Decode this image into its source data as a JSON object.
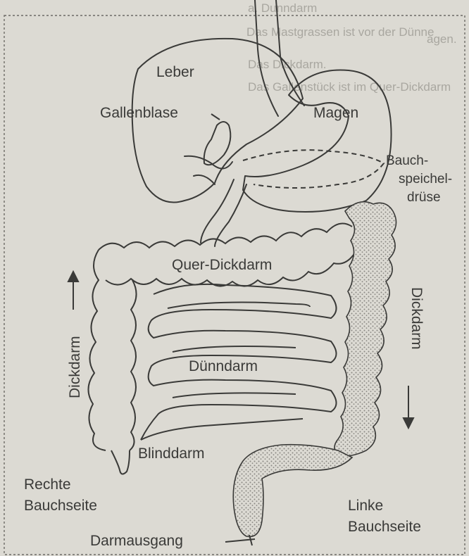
{
  "background_text": {
    "line1": "a. Dunndarm",
    "line2": "Das Mastgrassen ist vor der Dünne",
    "line3": "Das Dickdarm.",
    "line4": "Das Gallenstück ist im Quer-Dickdarm",
    "right_fragment": "agen."
  },
  "labels": {
    "liver": "Leber",
    "gallbladder": "Gallenblase",
    "stomach": "Magen",
    "pancreas_1": "Bauch-",
    "pancreas_2": "speichel-",
    "pancreas_3": "drüse",
    "transverse_colon": "Quer-Dickdarm",
    "small_intestine": "Dünndarm",
    "colon_left": "Dickdarm",
    "colon_right": "Dickdarm",
    "appendix": "Blinddarm",
    "right_side_1": "Rechte",
    "right_side_2": "Bauchseite",
    "left_side_1": "Linke",
    "left_side_2": "Bauchseite",
    "anus": "Darmausgang"
  },
  "colors": {
    "paper": "#dcdad3",
    "ink": "#3a3a38",
    "faint_text": "#a9a7a0",
    "stipple": "#8a8883"
  }
}
